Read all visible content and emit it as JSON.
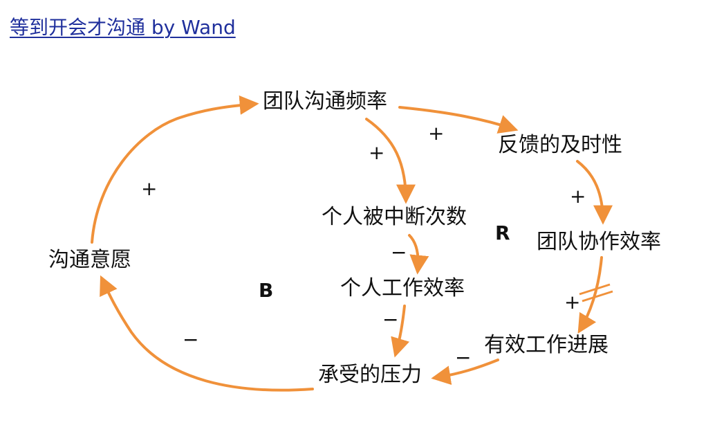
{
  "title": "等到开会才沟通 by Wand",
  "colors": {
    "arrow": "#f0913a",
    "title_link": "#1f2f9c",
    "text": "#111111"
  },
  "nodes": {
    "team_comm_freq": "团队沟通频率",
    "feedback_timeliness": "反馈的及时性",
    "team_collab_eff": "团队协作效率",
    "effective_progress": "有效工作进展",
    "pressure": "承受的压力",
    "comm_willingness": "沟通意愿",
    "interruptions": "个人被中断次数",
    "personal_eff": "个人工作效率"
  },
  "edges": [
    {
      "from": "team_comm_freq",
      "to": "feedback_timeliness",
      "polarity": "+"
    },
    {
      "from": "feedback_timeliness",
      "to": "team_collab_eff",
      "polarity": "+"
    },
    {
      "from": "team_collab_eff",
      "to": "effective_progress",
      "polarity": "+",
      "delay": true
    },
    {
      "from": "effective_progress",
      "to": "pressure",
      "polarity": "−"
    },
    {
      "from": "pressure",
      "to": "comm_willingness",
      "polarity": "−"
    },
    {
      "from": "comm_willingness",
      "to": "team_comm_freq",
      "polarity": "+"
    },
    {
      "from": "team_comm_freq",
      "to": "interruptions",
      "polarity": "+"
    },
    {
      "from": "interruptions",
      "to": "personal_eff",
      "polarity": "−"
    },
    {
      "from": "personal_eff",
      "to": "pressure",
      "polarity": "−"
    }
  ],
  "loops": {
    "balancing": "B",
    "reinforcing": "R"
  }
}
